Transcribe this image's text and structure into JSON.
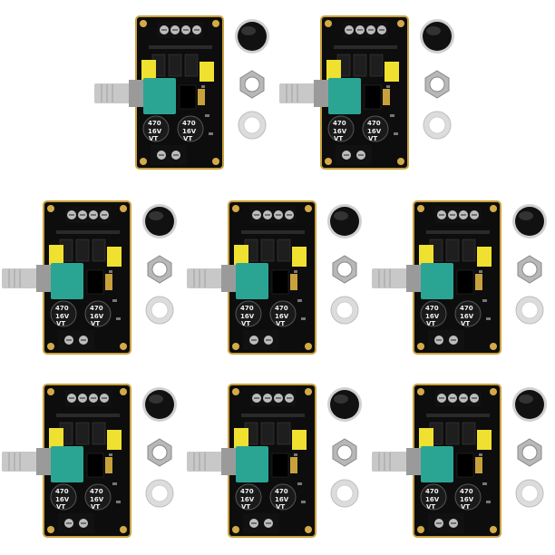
{
  "product": {
    "kit_count": 8,
    "colors": {
      "pcb": "#0d0d0d",
      "pcb_edge": "#c9a13c",
      "gold_pad": "#d4aa48",
      "terminal": "#111111",
      "screw": "#bdbdbd",
      "yellow_cap": "#f0e030",
      "teal_pot": "#2aa593",
      "shaft": "#c8c8c8",
      "knob": "#111111",
      "nut": "#b8b8b8",
      "washer": "#dcdcdc",
      "capacitor": "#1a1a1a"
    },
    "capacitor_text": {
      "value": "470",
      "voltage": "16V",
      "brand": "VT"
    },
    "kits": [
      {
        "id": "kit-1"
      },
      {
        "id": "kit-2"
      },
      {
        "id": "kit-3"
      },
      {
        "id": "kit-4"
      },
      {
        "id": "kit-5"
      },
      {
        "id": "kit-6"
      },
      {
        "id": "kit-7"
      },
      {
        "id": "kit-8"
      }
    ]
  }
}
